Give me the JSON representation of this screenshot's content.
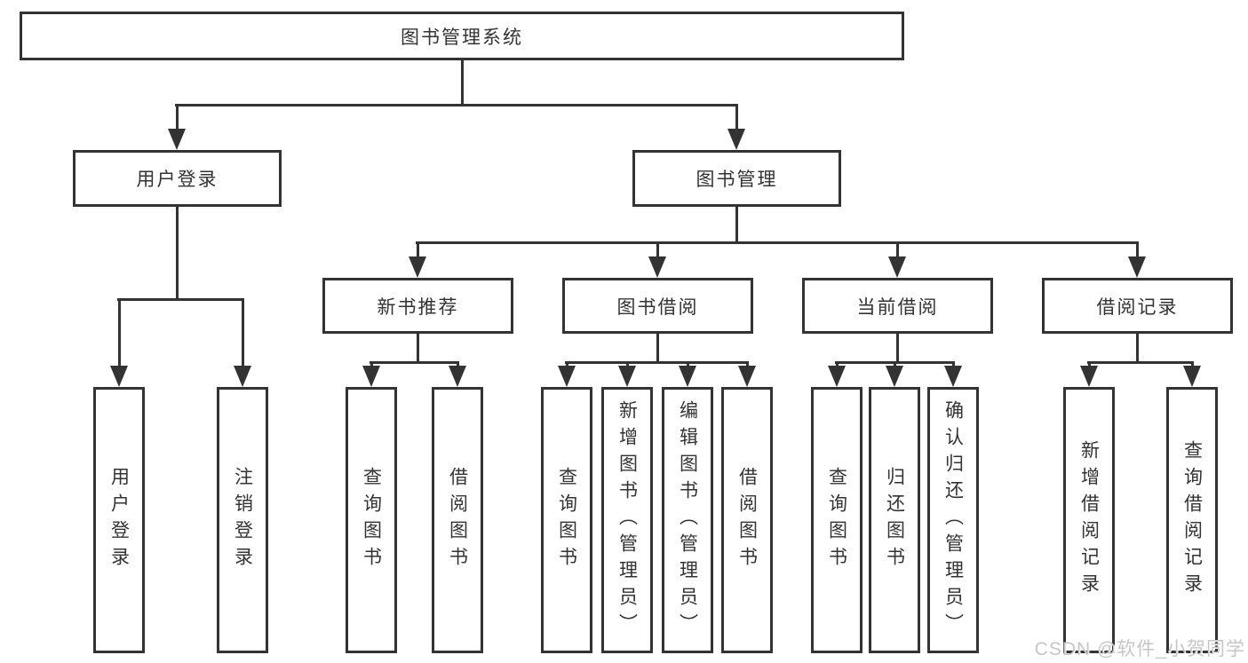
{
  "tree": {
    "root": {
      "label": "图书管理系统"
    },
    "level2": [
      {
        "label": "用户登录"
      },
      {
        "label": "图书管理"
      }
    ],
    "level3": [
      {
        "label": "新书推荐"
      },
      {
        "label": "图书借阅"
      },
      {
        "label": "当前借阅"
      },
      {
        "label": "借阅记录"
      }
    ],
    "leaves": [
      {
        "label": "用户登录"
      },
      {
        "label": "注销登录"
      },
      {
        "label": "查询图书"
      },
      {
        "label": "借阅图书"
      },
      {
        "label": "查询图书"
      },
      {
        "label": "新增图书（管理员）"
      },
      {
        "label": "编辑图书（管理员）"
      },
      {
        "label": "借阅图书"
      },
      {
        "label": "查询图书"
      },
      {
        "label": "归还图书"
      },
      {
        "label": "确认归还（管理员）"
      },
      {
        "label": "新增借阅记录"
      },
      {
        "label": "查询借阅记录"
      }
    ]
  },
  "watermark": "CSDN @软件_小贺同学",
  "colors": {
    "line": "#333333",
    "ink": "#333333",
    "background": "#ffffff",
    "watermark": "#c6c6c6"
  }
}
